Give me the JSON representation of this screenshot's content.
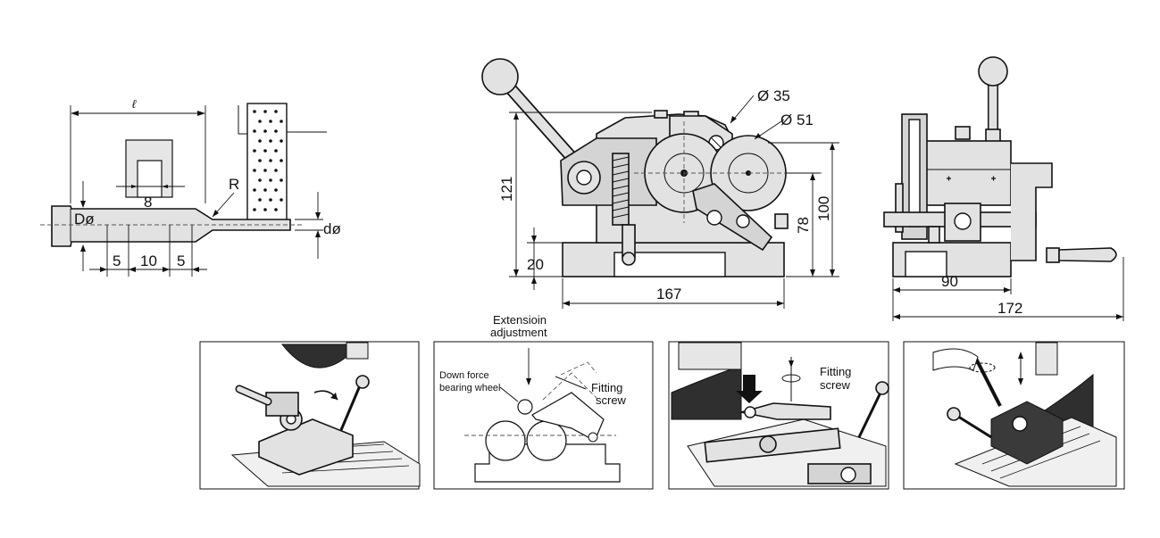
{
  "profile_drawing": {
    "length_symbol": "ℓ",
    "width_8": "8",
    "radius": "R",
    "large_dia": "Dø",
    "small_dia": "dø",
    "seg_5a": "5",
    "seg_10": "10",
    "seg_5b": "5"
  },
  "front_view": {
    "dia_35": "Ø 35",
    "dia_51": "Ø 51",
    "height_121": "121",
    "height_100": "100",
    "height_78": "78",
    "base_20": "20",
    "width_167": "167"
  },
  "side_view": {
    "width_90": "90",
    "width_172": "172"
  },
  "panels": {
    "ext_label_1": "Extensioin",
    "ext_label_2": "adjustment",
    "down_force_1": "Down force",
    "down_force_2": "bearing wheel",
    "fitting_1": "Fitting",
    "screw_1": "screw",
    "fitting_2": "Fitting",
    "screw_2": "screw"
  }
}
